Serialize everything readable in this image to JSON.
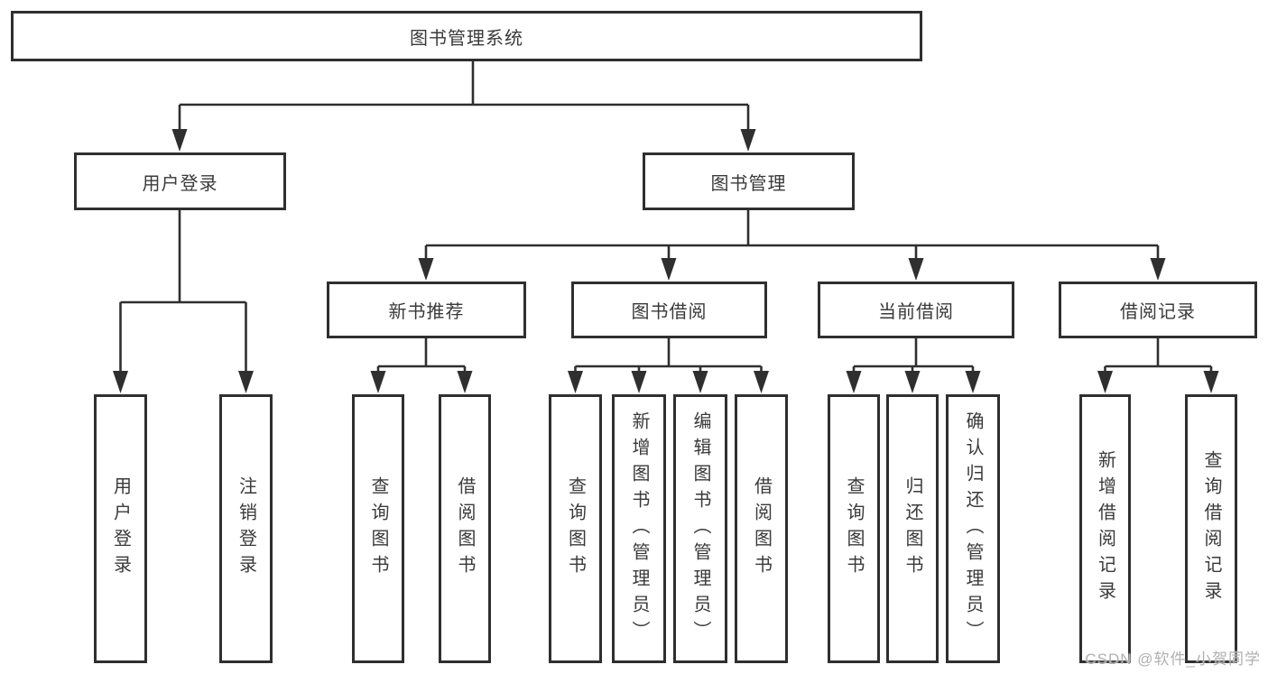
{
  "tree": {
    "root": {
      "label": "图书管理系统",
      "children": [
        {
          "label": "用户登录",
          "children": [
            {
              "label": "用户登录"
            },
            {
              "label": "注销登录"
            }
          ]
        },
        {
          "label": "图书管理",
          "children": [
            {
              "label": "新书推荐",
              "children": [
                {
                  "label": "查询图书"
                },
                {
                  "label": "借阅图书"
                }
              ]
            },
            {
              "label": "图书借阅",
              "children": [
                {
                  "label": "查询图书"
                },
                {
                  "label": "新增图书（管理员）"
                },
                {
                  "label": "编辑图书（管理员）"
                },
                {
                  "label": "借阅图书"
                }
              ]
            },
            {
              "label": "当前借阅",
              "children": [
                {
                  "label": "查询图书"
                },
                {
                  "label": "归还图书"
                },
                {
                  "label": "确认归还（管理员）"
                }
              ]
            },
            {
              "label": "借阅记录",
              "children": [
                {
                  "label": "新增借阅记录"
                },
                {
                  "label": "查询借阅记录"
                }
              ]
            }
          ]
        }
      ]
    }
  },
  "watermark": {
    "text": "CSDN @软件_小贺同学"
  },
  "colors": {
    "background": "#ffffff",
    "line": "#2f2f2f",
    "box_border": "#2f2f2f",
    "text": "#3a3a3a",
    "watermark": "#b0b0b0"
  }
}
